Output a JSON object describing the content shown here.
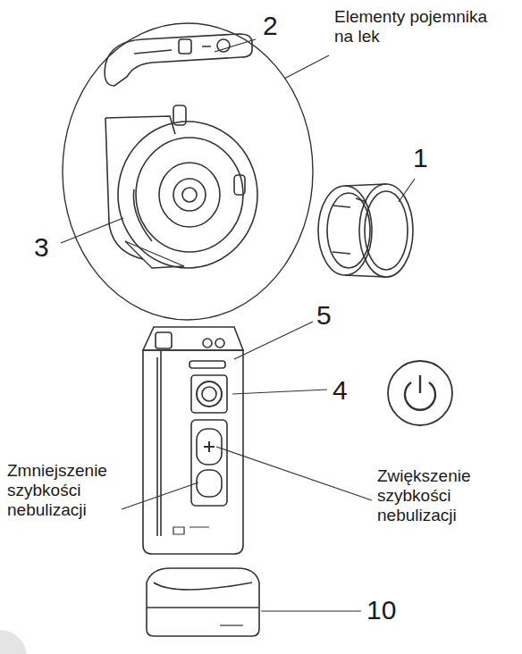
{
  "diagram": {
    "labels": [
      "Elementy pojemnika na lek",
      "2",
      "1",
      "3",
      "5",
      "4",
      "Zmniejszenie szybkości nebulizacji",
      "Zwiększenie szybkości nebulizacji",
      "10"
    ]
  }
}
